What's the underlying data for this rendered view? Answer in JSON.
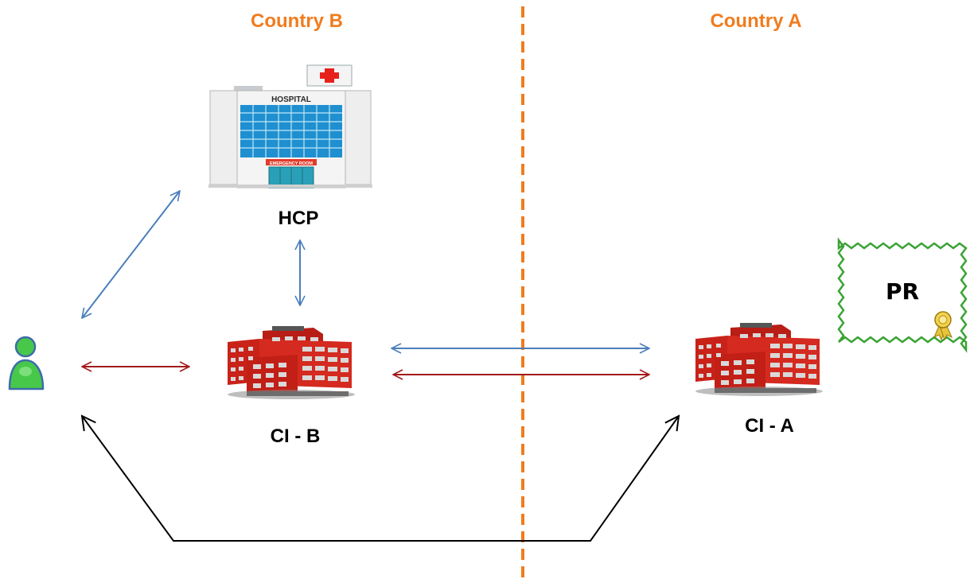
{
  "regions": {
    "left_label": "Country B",
    "right_label": "Country A"
  },
  "nodes": {
    "hcp": {
      "label": "HCP",
      "sign": "HOSPITAL",
      "door_sign": "EMERGENCY ROOM"
    },
    "ci_b": {
      "label": "CI - B"
    },
    "ci_a": {
      "label": "CI - A"
    },
    "pr": {
      "label": "PR"
    },
    "patient": {
      "label": ""
    }
  },
  "colors": {
    "country_label": "#f07c1e",
    "border_line": "#f07c1e",
    "blue_arrow": "#4a7ebb",
    "red_arrow": "#a31919",
    "black_arrow": "#000000",
    "certificate_border": "#3aa335",
    "building_red": "#d42a20",
    "patient_green": "#48c84a"
  },
  "icons": {
    "hcp": "hospital-icon",
    "ci_b": "office-building-icon",
    "ci_a": "office-building-icon",
    "patient": "person-icon",
    "pr": "certificate-icon"
  }
}
